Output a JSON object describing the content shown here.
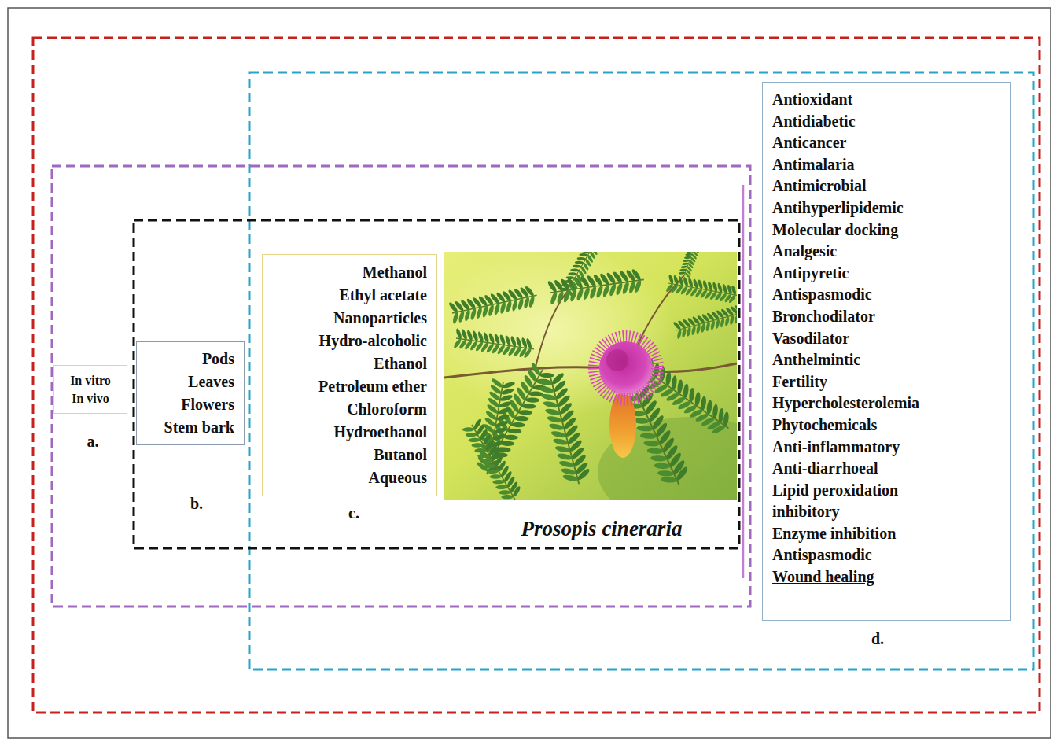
{
  "diagram": {
    "nodes": [
      {
        "text": [
          "In vitro",
          "In vivo"
        ]
      },
      {
        "text": [
          "Pods",
          "Leaves",
          "Flowers",
          "Stem bark"
        ]
      },
      {
        "text": [
          "Methanol",
          "Ethyl acetate",
          "Nanoparticles",
          "Hydro-alcoholic",
          "Ethanol",
          "Petroleum ether",
          "Chloroform",
          "Hydroethanol",
          "Butanol",
          "Aqueous"
        ]
      },
      {
        "text": [
          "Antioxidant",
          "Antidiabetic",
          "Anticancer",
          "Antimalaria",
          "Antimicrobial",
          "Antihyperlipidemic",
          "Molecular docking",
          "Analgesic",
          "Antipyretic",
          "Antispasmodic",
          "Bronchodilator",
          "Vasodilator",
          "Anthelmintic",
          "Fertility",
          "Hypercholesterolemia",
          "Phytochemicals",
          "Anti-inflammatory",
          "Anti-diarrhoeal",
          "Lipid peroxidation inhibitory",
          "Enzyme inhibition",
          "Antispasmodic",
          "Wound healing"
        ]
      }
    ],
    "labels": [
      "a.",
      "b.",
      "c.",
      "d.",
      "Prosopis cineraria"
    ]
  }
}
